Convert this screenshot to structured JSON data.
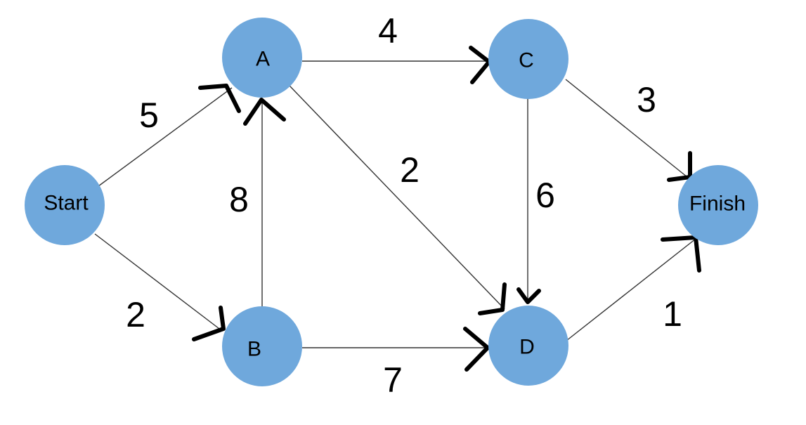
{
  "nodes": {
    "start": "Start",
    "a": "A",
    "b": "B",
    "c": "C",
    "d": "D",
    "finish": "Finish"
  },
  "edges": [
    {
      "from": "Start",
      "to": "A",
      "weight": "5"
    },
    {
      "from": "Start",
      "to": "B",
      "weight": "2"
    },
    {
      "from": "B",
      "to": "A",
      "weight": "8"
    },
    {
      "from": "A",
      "to": "C",
      "weight": "4"
    },
    {
      "from": "A",
      "to": "D",
      "weight": "2"
    },
    {
      "from": "B",
      "to": "D",
      "weight": "7"
    },
    {
      "from": "C",
      "to": "D",
      "weight": "6"
    },
    {
      "from": "C",
      "to": "Finish",
      "weight": "3"
    },
    {
      "from": "D",
      "to": "Finish",
      "weight": "1"
    }
  ],
  "colors": {
    "node_fill": "#6fa8dc",
    "edge": "#333333",
    "arrow": "#000000"
  }
}
